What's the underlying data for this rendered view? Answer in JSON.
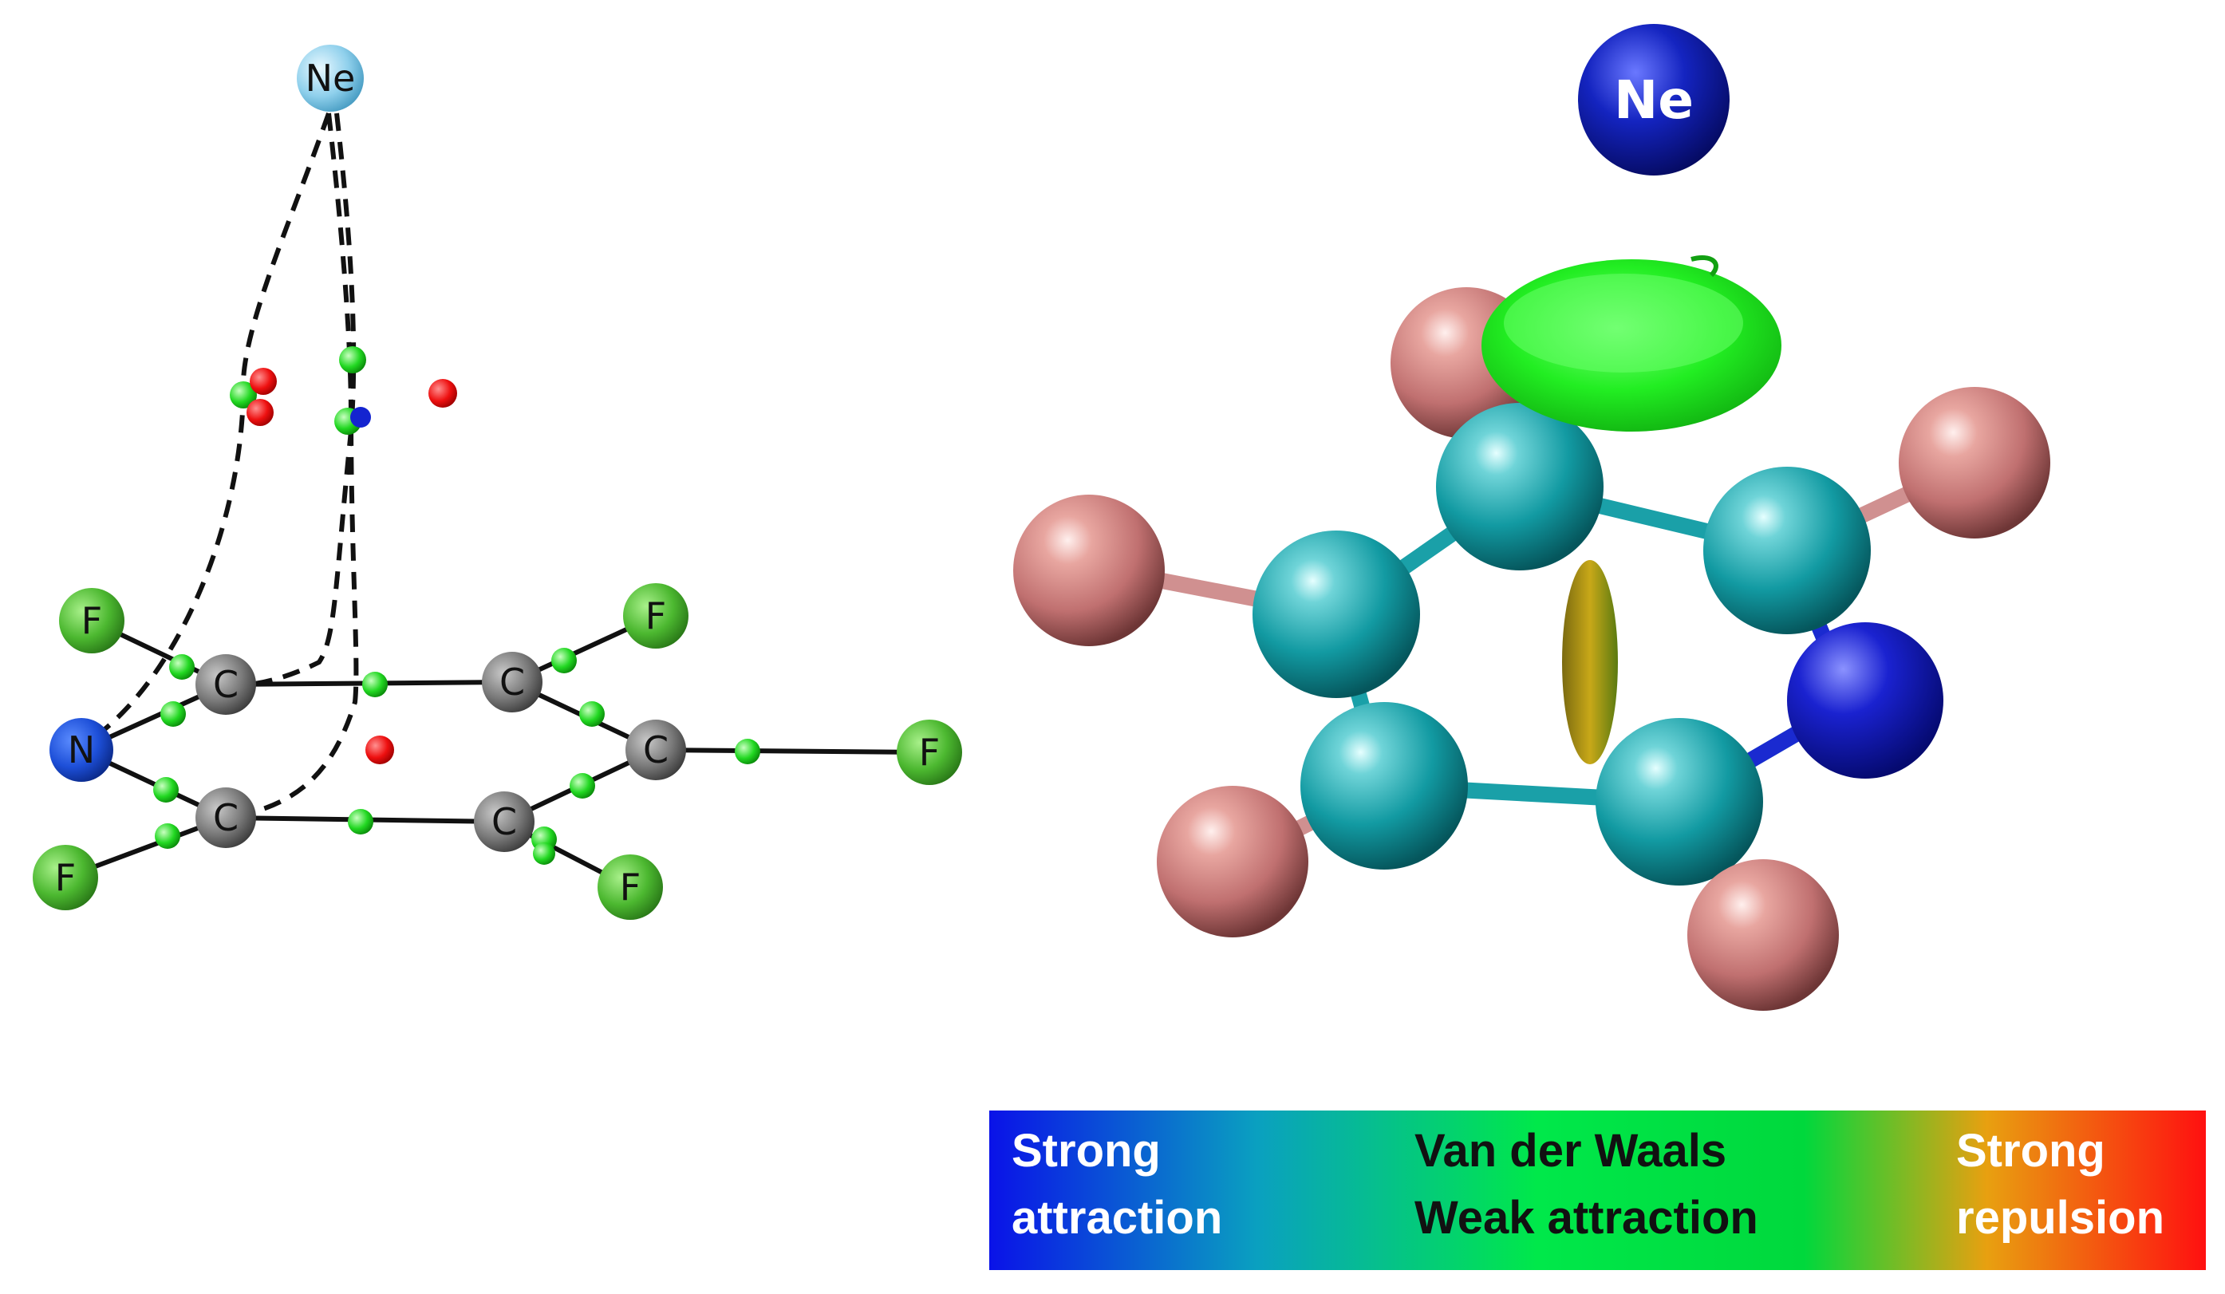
{
  "left_panel": {
    "atoms": {
      "ne": "Ne",
      "n": "N",
      "c1": "C",
      "c2": "C",
      "c3": "C",
      "c4": "C",
      "c5": "C",
      "f1": "F",
      "f2": "F",
      "f3": "F",
      "f4": "F",
      "f5": "F"
    }
  },
  "right_panel": {
    "ne_label": "Ne"
  },
  "legend": {
    "left_line1": "Strong",
    "left_line2": "attraction",
    "middle_line1": "Van der Waals",
    "middle_line2": "Weak attraction",
    "right_line1": "Strong",
    "right_line2": "repulsion",
    "colors": [
      "#0a12e8",
      "#0aa7b5",
      "#00e84a",
      "#00d83c",
      "#e8a010",
      "#ff1010"
    ]
  }
}
